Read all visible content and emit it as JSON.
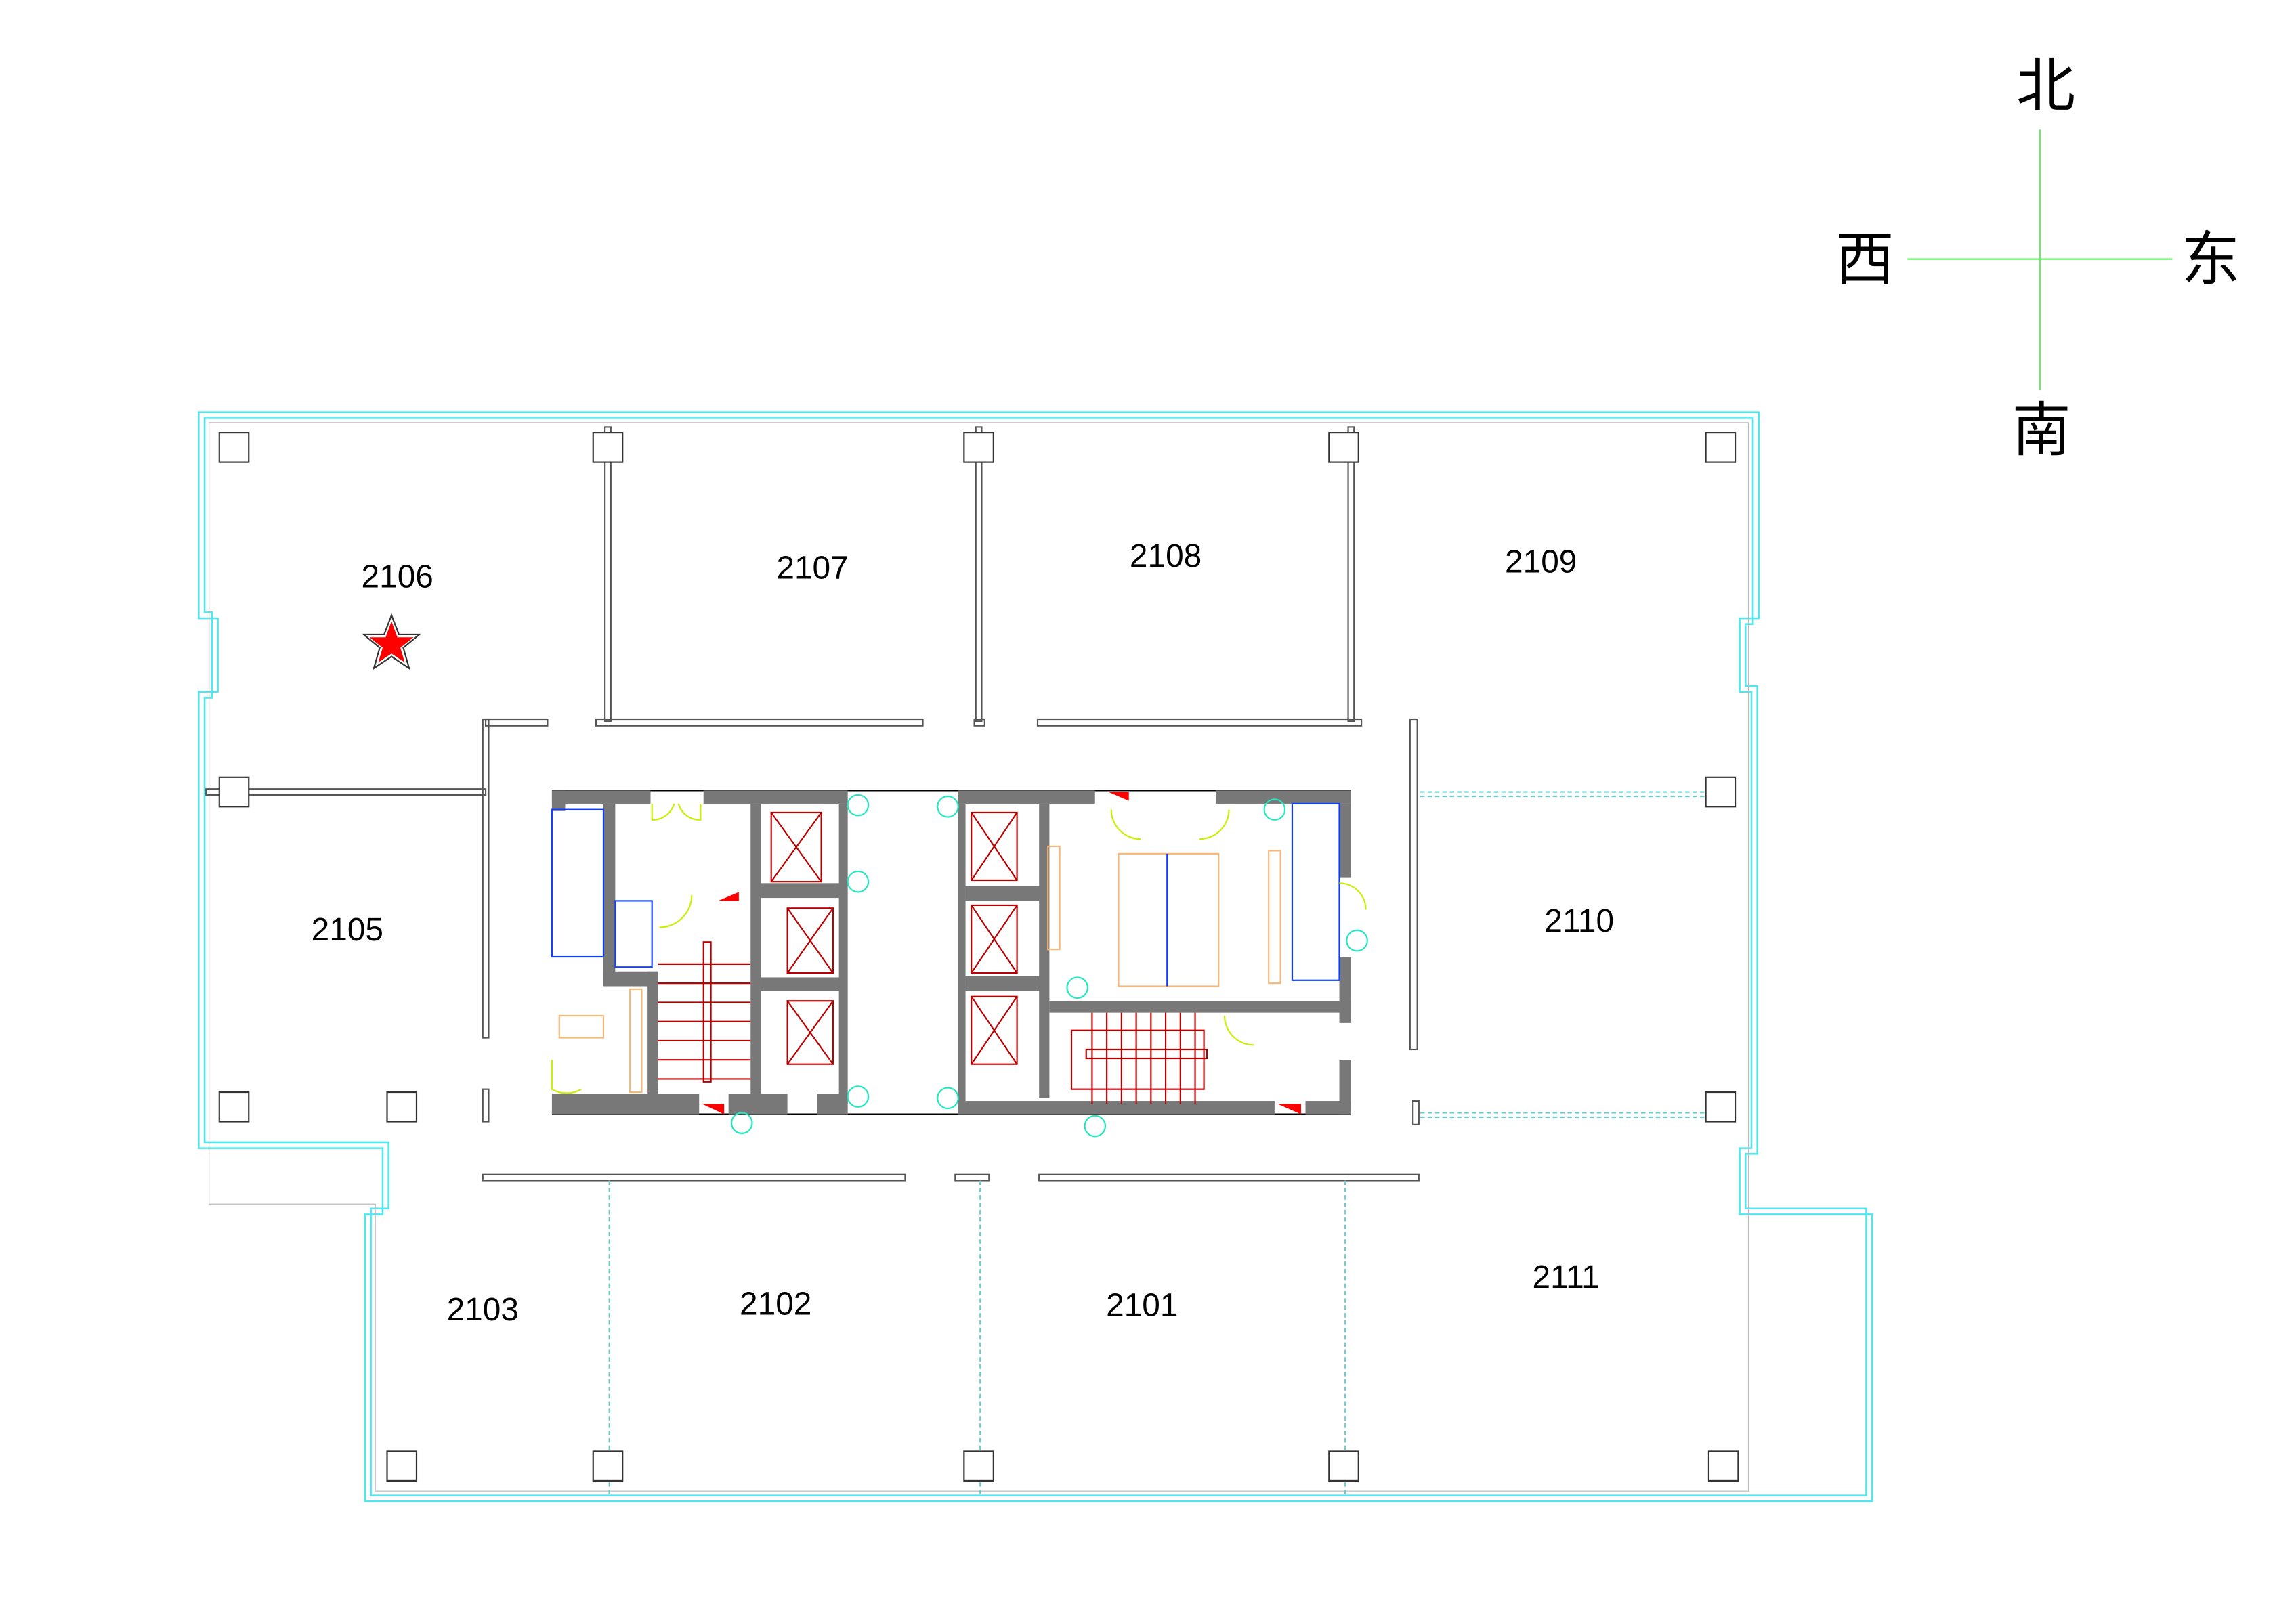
{
  "compass": {
    "north": "北",
    "south": "南",
    "east": "东",
    "west": "西"
  },
  "rooms": {
    "r2106": "2106",
    "r2107": "2107",
    "r2108": "2108",
    "r2109": "2109",
    "r2105": "2105",
    "r2110": "2110",
    "r2103": "2103",
    "r2102": "2102",
    "r2101": "2101",
    "r2111": "2111"
  },
  "marker": {
    "room": "2106",
    "icon": "star-icon",
    "color": "#ff0000"
  },
  "colors": {
    "outer_wall": "#4fe8ef",
    "core_wall": "#787878",
    "elevator": "#bb0000",
    "compass_line": "#66ee66"
  }
}
